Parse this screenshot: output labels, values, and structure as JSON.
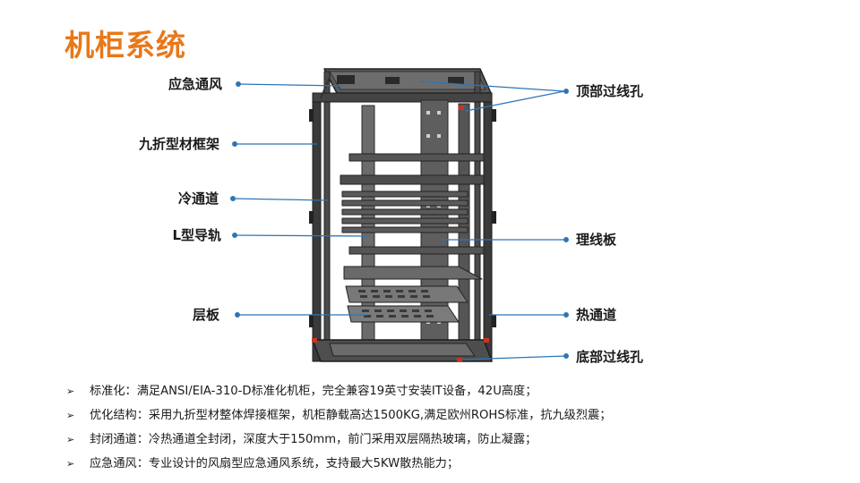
{
  "title": "机柜系统",
  "labels": {
    "emergency_vent": "应急通风",
    "frame": "九折型材框架",
    "cold_aisle": "冷通道",
    "l_rail": "L型导轨",
    "shelf": "层板",
    "top_cable_hole": "顶部过线孔",
    "cable_manager": "理线板",
    "hot_aisle": "热通道",
    "bottom_cable_hole": "底部过线孔"
  },
  "bullets": [
    {
      "icon": "arrow-bullet-icon",
      "text": "标准化：满足ANSI/EIA-310-D标准化机柜，完全兼容19英寸安装IT设备，42U高度；"
    },
    {
      "icon": "arrow-bullet-icon",
      "text": "优化结构：采用九折型材整体焊接框架，机柜静载高达1500KG,满足欧州ROHS标准，抗九级烈震；"
    },
    {
      "icon": "arrow-bullet-icon",
      "text": "封闭通道：冷热通道全封闭，深度大于150mm，前门采用双层隔热玻璃，防止凝露；"
    },
    {
      "icon": "arrow-bullet-icon",
      "text": "应急通风：专业设计的风扇型应急通风系统，支持最大5KW散热能力；"
    }
  ],
  "colors": {
    "title": "#e8781a",
    "leader_line": "#2e75b6",
    "cabinet_frame": "#3a3a3a",
    "cabinet_accent": "#cc3322"
  }
}
